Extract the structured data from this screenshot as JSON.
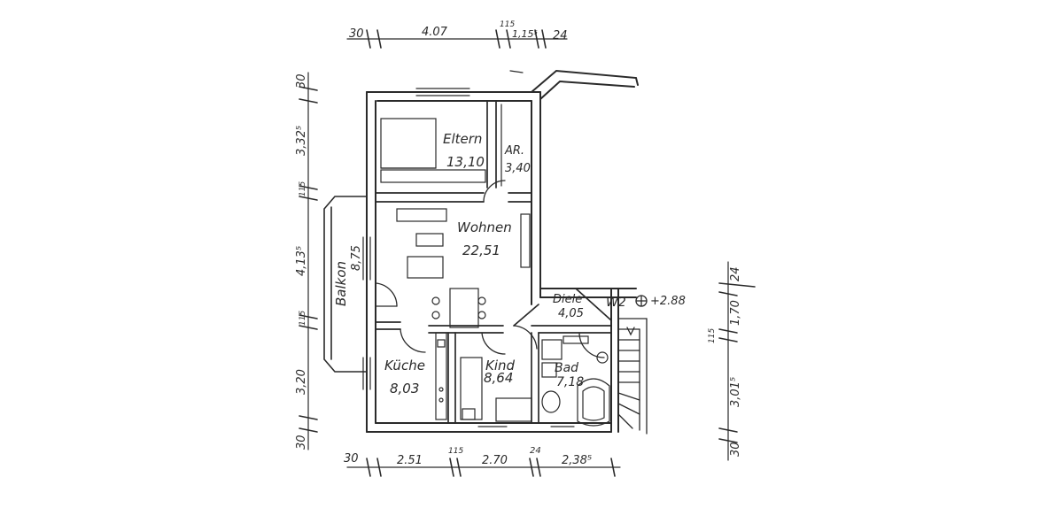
{
  "rooms": {
    "eltern": {
      "name": "Eltern",
      "area": "13,10"
    },
    "ar": {
      "name": "AR.",
      "area": "3,40"
    },
    "wohnen": {
      "name": "Wohnen",
      "area": "22,51"
    },
    "balkon": {
      "name": "Balkon",
      "area": "8,75"
    },
    "diele": {
      "name": "Diele",
      "area": "4,05"
    },
    "kueche": {
      "name": "Küche",
      "area": "8,03"
    },
    "kind": {
      "name": "Kind",
      "area": "8,64"
    },
    "bad": {
      "name": "Bad",
      "area": "7,18"
    }
  },
  "unit": {
    "label": "W2",
    "level": "+2.88"
  },
  "dims_top": {
    "left": "30",
    "main": "4.07",
    "small": "115",
    "right": "1,15⁵",
    "end": "24"
  },
  "dims_left": {
    "top": "30",
    "eltern": "3,32⁵",
    "gap1": "115",
    "wohnen": "4,13⁵",
    "gap2": "115",
    "kueche": "3,20",
    "bottom": "30"
  },
  "dims_bottom": {
    "left": "30",
    "kueche": "2.51",
    "gap1": "115",
    "kind": "2.70",
    "gap2": "24",
    "bad": "2,38⁵"
  },
  "dims_right": {
    "top": "24",
    "diele": "1,70",
    "gap": "115",
    "bad": "3,01⁵",
    "bottom": "30"
  },
  "colors": {
    "ink": "#2a2a2a",
    "paper": "#ffffff"
  }
}
